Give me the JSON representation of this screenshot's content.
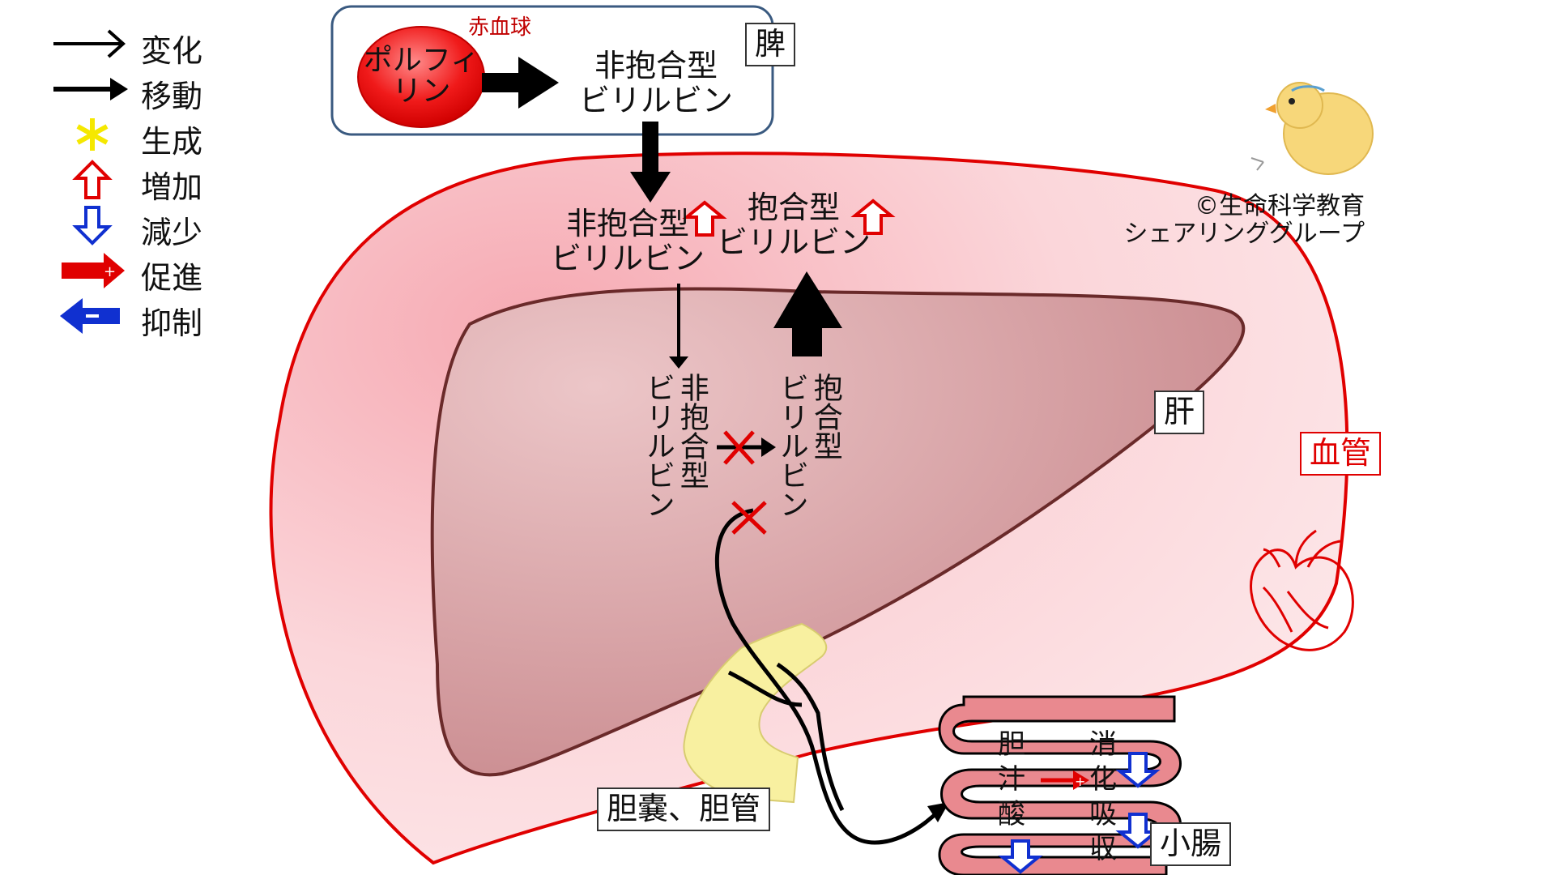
{
  "legend": [
    {
      "icon": "open-arrow-icon",
      "label": "変化"
    },
    {
      "icon": "solid-arrow-icon",
      "label": "移動"
    },
    {
      "icon": "yellow-asterisk-icon",
      "label": "生成"
    },
    {
      "icon": "red-up-outline-arrow-icon",
      "label": "増加"
    },
    {
      "icon": "blue-down-outline-arrow-icon",
      "label": "減少"
    },
    {
      "icon": "red-plus-arrow-icon",
      "label": "促進"
    },
    {
      "icon": "blue-minus-arrow-icon",
      "label": "抑制"
    }
  ],
  "spleen": {
    "box_label": "脾",
    "rbc_label": "赤血球",
    "porphyrin": "ポルフィ\nリン",
    "unconjugated": "非抱合型\nビリルビン"
  },
  "blood": {
    "label": "血管",
    "unconjugated": "非抱合型\nビリルビン",
    "conjugated": "抱合型\nビリルビン"
  },
  "liver": {
    "label": "肝",
    "unconjugated_vertical": "非抱合型",
    "unconjugated_vertical_2": "ビリルビン",
    "conjugated_vertical": "抱合型",
    "conjugated_vertical_2": "ビリルビン"
  },
  "gallbladder_label": "胆嚢、胆管",
  "intestine": {
    "label": "小腸",
    "bile_acid": [
      "胆",
      "汁",
      "酸"
    ],
    "digestion": [
      "消",
      "化",
      "吸",
      "収"
    ]
  },
  "copyright": "©生命科学教育\nシェアリンググループ",
  "colors": {
    "red": "#e00000",
    "blue": "#1030d0",
    "blood_vessel_fill": "#f7c8cc",
    "liver_fill": "#d9a0a0",
    "bile_yellow": "#f8f0a0"
  }
}
